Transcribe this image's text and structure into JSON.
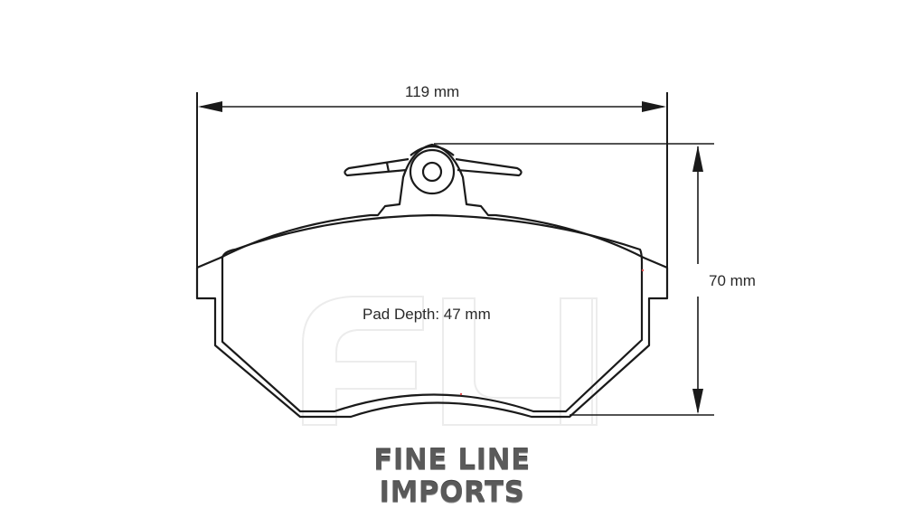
{
  "diagram": {
    "type": "technical-drawing",
    "subject": "brake-pad-outline",
    "dimensions": {
      "width_label": "119 mm",
      "height_label": "70 mm",
      "depth_label": "Pad Depth: 47 mm"
    },
    "watermark": "FLI",
    "brand": "FINE LINE IMPORTS",
    "colors": {
      "line": "#1a1a1a",
      "text": "#2a2a2a",
      "brand": "#5a5a5a",
      "watermark": "#efefef",
      "background": "#ffffff"
    }
  }
}
